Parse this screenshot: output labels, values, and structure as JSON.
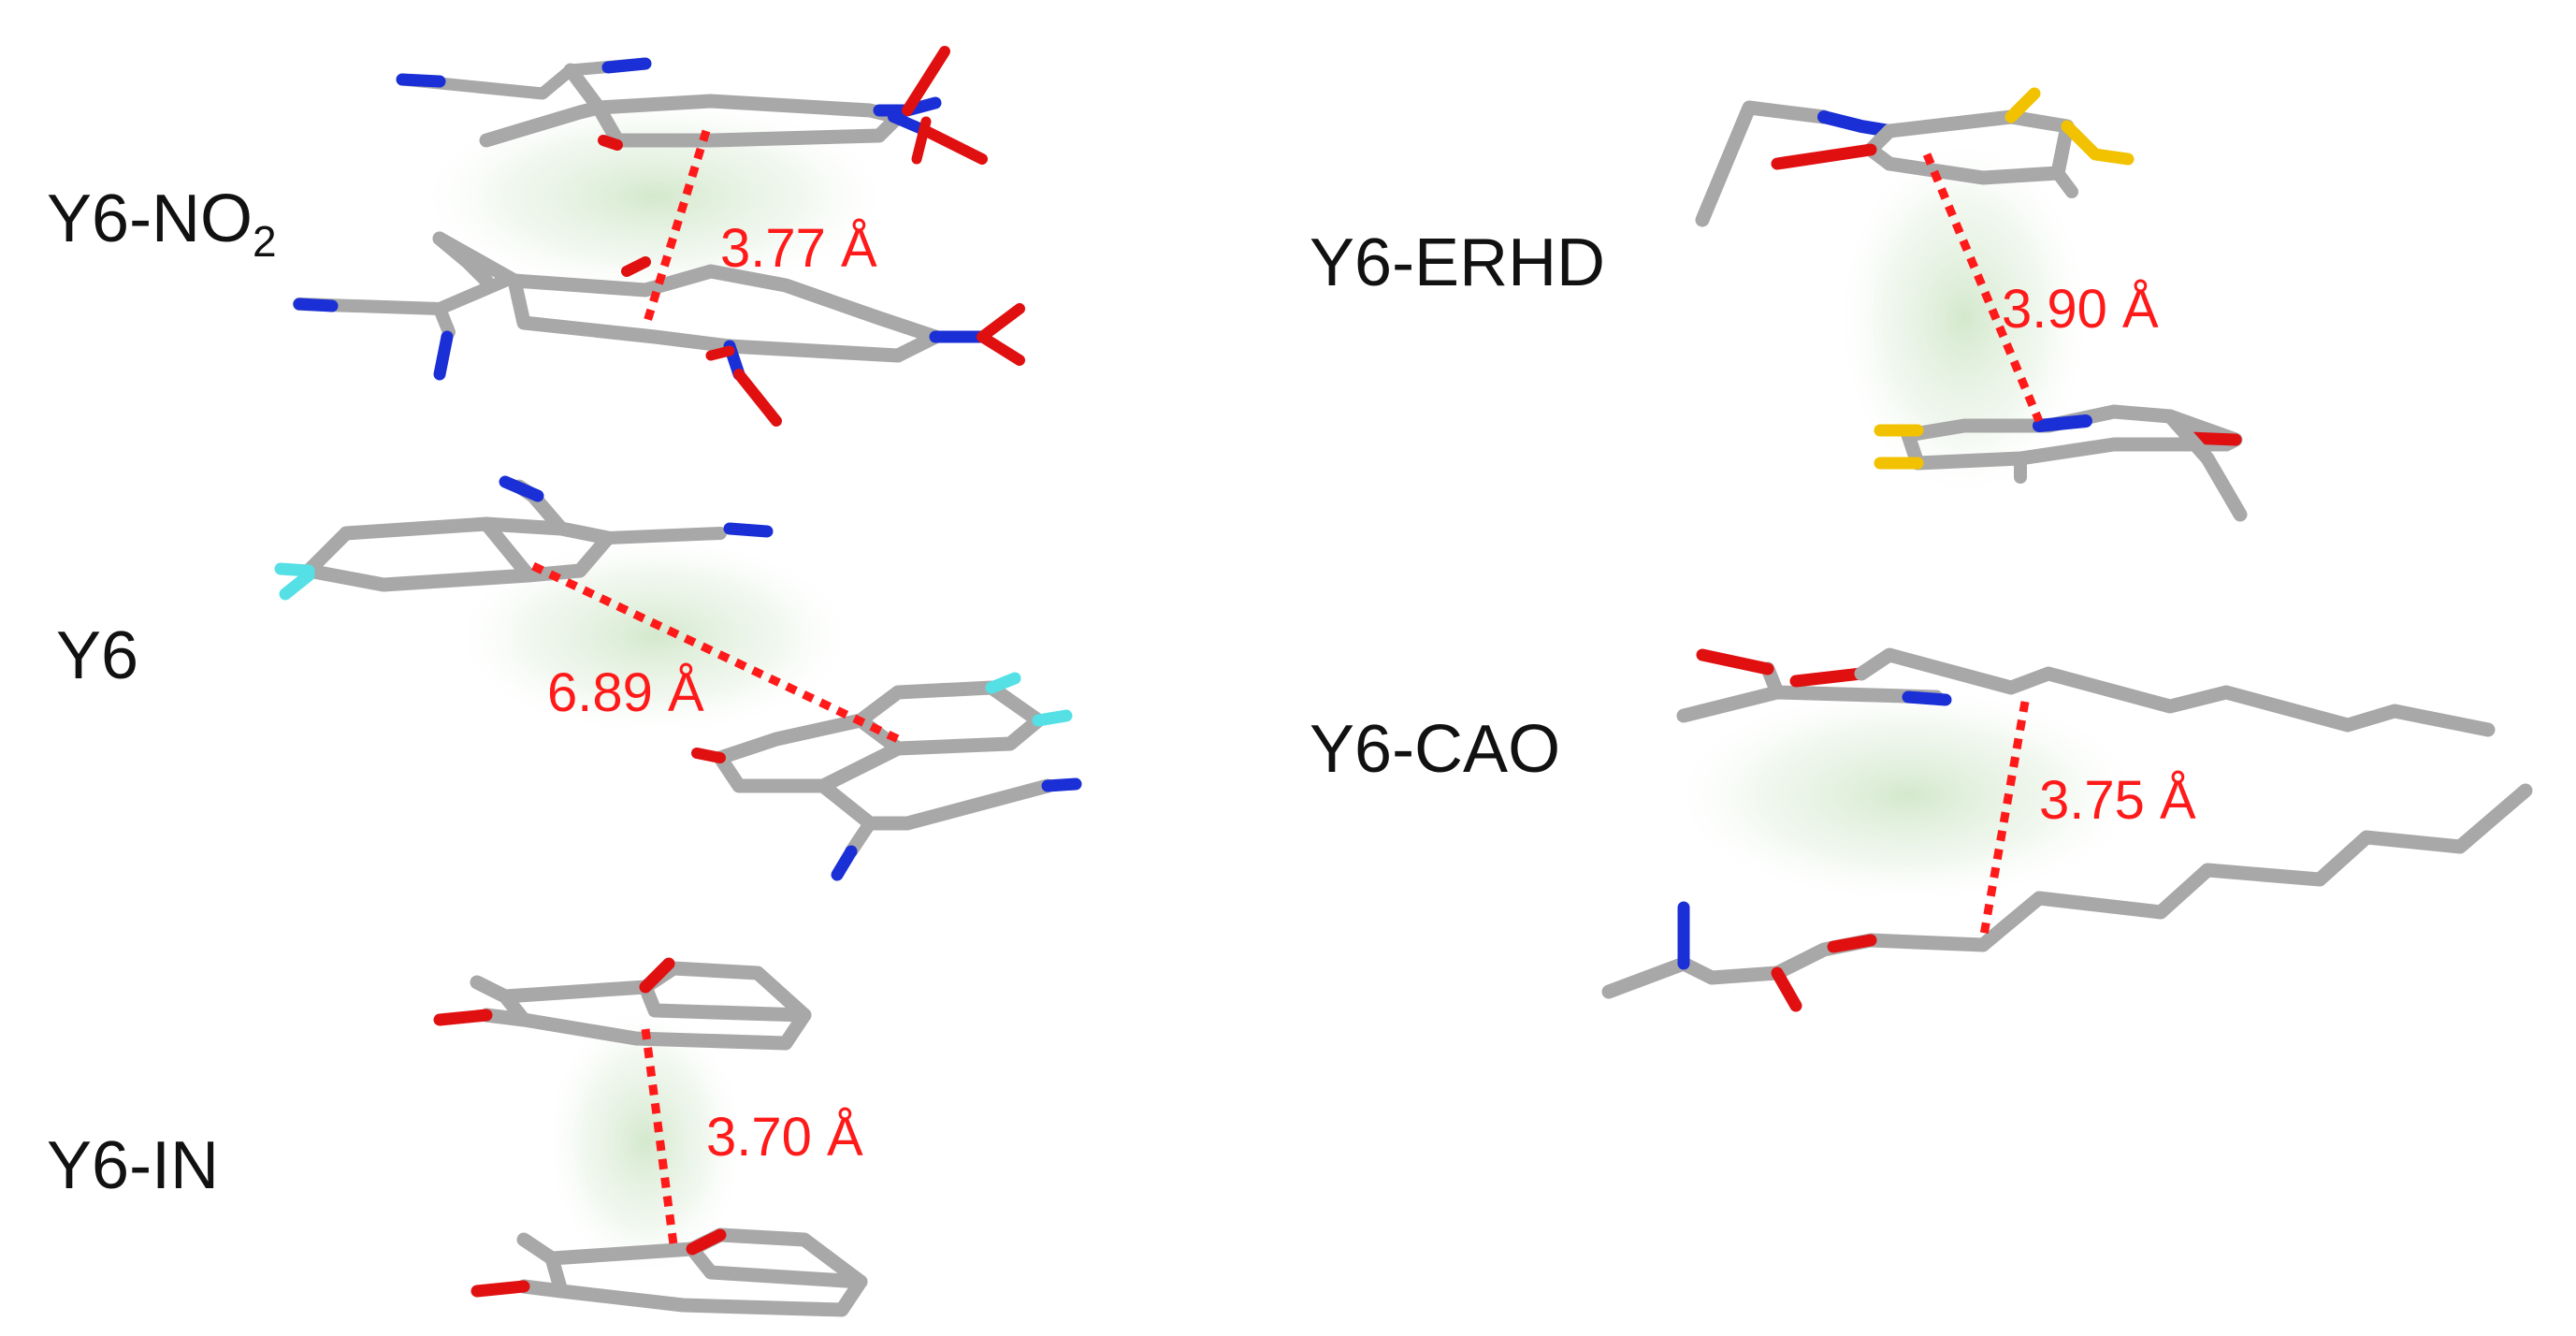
{
  "figure": {
    "panels": [
      {
        "id": "no2",
        "label_main": "Y6-NO",
        "label_sub": "2",
        "distance": "3.77 Å"
      },
      {
        "id": "y6",
        "label_main": "Y6",
        "label_sub": "",
        "distance": "6.89 Å"
      },
      {
        "id": "in",
        "label_main": "Y6-IN",
        "label_sub": "",
        "distance": "3.70 Å"
      },
      {
        "id": "erhd",
        "label_main": "Y6-ERHD",
        "label_sub": "",
        "distance": "3.90 Å"
      },
      {
        "id": "cao",
        "label_main": "Y6-CAO",
        "label_sub": "",
        "distance": "3.75 Å"
      }
    ],
    "atom_colors": {
      "carbon": "#9a9a9a",
      "nitrogen": "#1a2fd6",
      "oxygen": "#e01010",
      "fluorine": "#55e0e6",
      "sulfur": "#f2c200",
      "contact": "#ff1a1a",
      "glow": "#cfe6c8"
    }
  }
}
